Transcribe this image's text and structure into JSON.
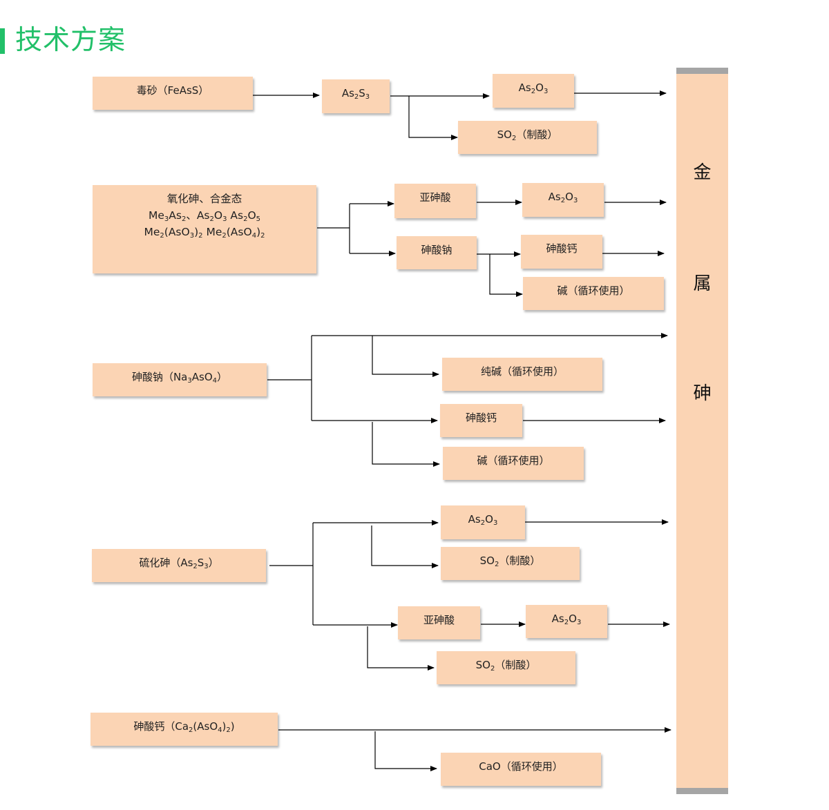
{
  "section": {
    "title": "技术方案"
  },
  "metal": {
    "chars": [
      "金",
      "属",
      "砷"
    ]
  },
  "flow1": {
    "source": [
      "毒砂（FeAsS）"
    ],
    "as2s3": [
      "As",
      "2",
      "S",
      "3"
    ],
    "as2o3": [
      "As",
      "2",
      "O",
      "3"
    ],
    "so2": [
      "SO",
      "2",
      "（制酸）"
    ]
  },
  "flow2": {
    "source_line1": "氧化砷、合金态",
    "source_line2": [
      "Me",
      "3",
      "As",
      "2",
      "、As",
      "2",
      "O",
      "3",
      " As",
      "2",
      "O",
      "5"
    ],
    "source_line3": [
      "Me",
      "2",
      "(AsO",
      "3",
      ")",
      "2",
      " Me",
      "2",
      "(AsO",
      "4",
      ")",
      "2"
    ],
    "arsenous_acid": "亚砷酸",
    "as2o3": [
      "As",
      "2",
      "O",
      "3"
    ],
    "sodium_arsenate": "砷酸钠",
    "calcium_arsenate": "砷酸钙",
    "alkali": "碱（循环使用）"
  },
  "flow3": {
    "source": [
      "砷酸钠（Na",
      "3",
      "AsO",
      "4",
      "）"
    ],
    "soda": "纯碱（循环使用）",
    "calcium_arsenate": "砷酸钙",
    "alkali": "碱（循环使用）"
  },
  "flow4": {
    "source": [
      "硫化砷（As",
      "2",
      "S",
      "3",
      "）"
    ],
    "as2o3_a": [
      "As",
      "2",
      "O",
      "3"
    ],
    "so2_a": [
      "SO",
      "2",
      "（制酸）"
    ],
    "arsenous_acid": "亚砷酸",
    "as2o3_b": [
      "As",
      "2",
      "O",
      "3"
    ],
    "so2_b": [
      "SO",
      "2",
      "（制酸）"
    ]
  },
  "flow5": {
    "source": [
      "砷酸钙（Ca",
      "2",
      "(AsO",
      "4",
      ")",
      "2",
      ")"
    ],
    "cao": "CaO（循环使用）"
  }
}
